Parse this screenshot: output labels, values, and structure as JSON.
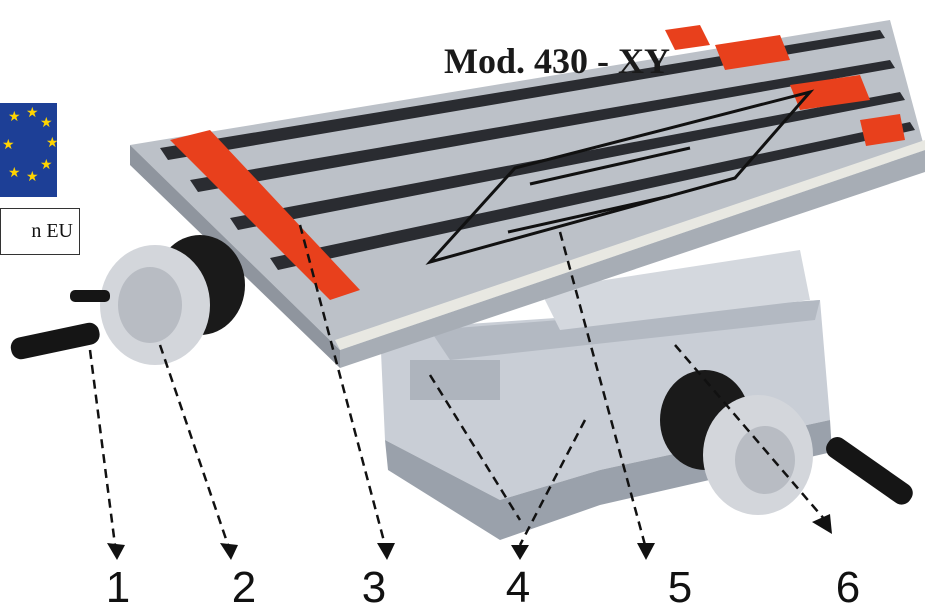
{
  "title": "Mod. 430 - XY",
  "badge_text": "n EU",
  "flag_icon": "eu-flag-icon",
  "callouts": [
    {
      "label": "1"
    },
    {
      "label": "2"
    },
    {
      "label": "3"
    },
    {
      "label": "4"
    },
    {
      "label": "5"
    },
    {
      "label": "6"
    }
  ],
  "colors": {
    "table_steel": "#b9bec6",
    "slot_red": "#e8401c",
    "flag_blue": "#1d3f96",
    "flag_star": "#ffd400",
    "base_grey": "#c6cbd3",
    "handle_black": "#151515"
  }
}
